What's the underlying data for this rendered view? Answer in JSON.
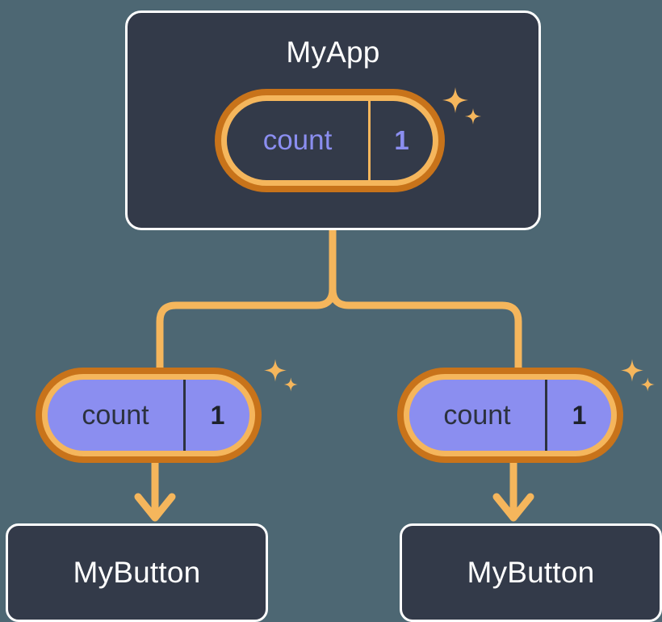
{
  "diagram": {
    "type": "component-state-tree",
    "background_color": "#4d6773",
    "accent_colors": {
      "card_bg": "#333a49",
      "card_border": "#ffffff",
      "pill_outer_ring": "#c8731a",
      "pill_inner_ring": "#f5b65c",
      "pill_fill_state": "#8b8ef0",
      "edge": "#f5b65c",
      "state_text": "#8b8ef0",
      "title_text": "#ffffff"
    }
  },
  "root": {
    "title": "MyApp",
    "state": {
      "key": "count",
      "value": "1"
    },
    "sparkle_icon": "sparkles-icon"
  },
  "children": [
    {
      "state": {
        "key": "count",
        "value": "1"
      },
      "title": "MyButton",
      "sparkle_icon": "sparkles-icon"
    },
    {
      "state": {
        "key": "count",
        "value": "1"
      },
      "title": "MyButton",
      "sparkle_icon": "sparkles-icon"
    }
  ],
  "edges": {
    "root_to_children_icon": "branch-connector",
    "state_to_component_icon": "arrow-down-icon"
  }
}
